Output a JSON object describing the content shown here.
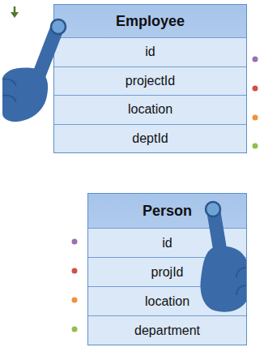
{
  "diagram": {
    "nodes": [
      {
        "text": [
          "Employee"
        ]
      },
      {
        "text": [
          "id"
        ],
        "in": 0
      },
      {
        "text": [
          "projectId"
        ],
        "in": 0
      },
      {
        "text": [
          "location"
        ],
        "in": 0
      },
      {
        "text": [
          "deptId"
        ],
        "in": 0
      },
      {
        "text": [
          "Person"
        ]
      },
      {
        "text": [
          "id"
        ],
        "in": 5
      },
      {
        "text": [
          "projId"
        ],
        "in": 5
      },
      {
        "text": [
          "location"
        ],
        "in": 5
      },
      {
        "text": [
          "department"
        ],
        "in": 5
      }
    ]
  }
}
